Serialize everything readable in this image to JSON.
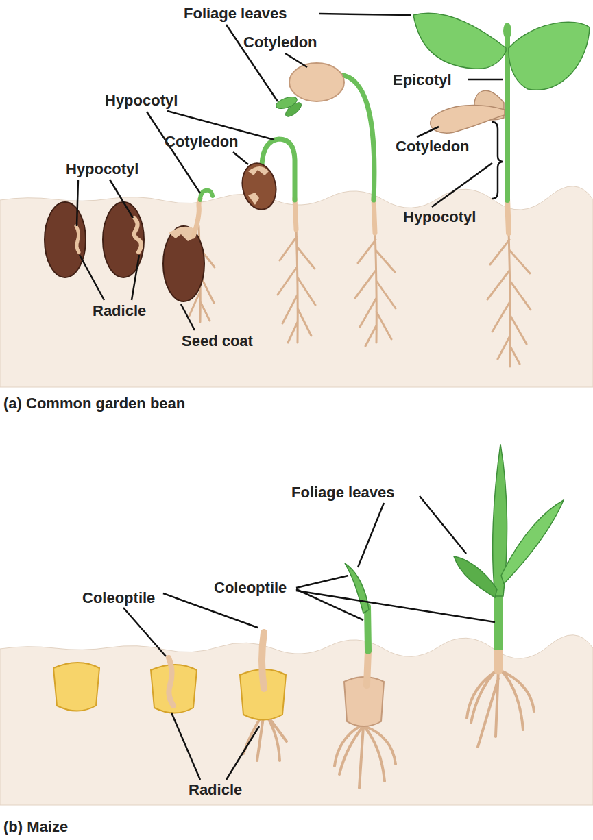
{
  "diagram": {
    "labels": [
      "Foliage leaves",
      "Cotyledon",
      "Hypocotyl",
      "Epicotyl",
      "Cotyledon",
      "Hypocotyl",
      "Cotyledon",
      "Hypocotyl",
      "Radicle",
      "Seed coat",
      "(a) Common garden bean",
      "Foliage leaves",
      "Coleoptile",
      "Coleoptile",
      "Radicle",
      "(b) Maize"
    ]
  }
}
